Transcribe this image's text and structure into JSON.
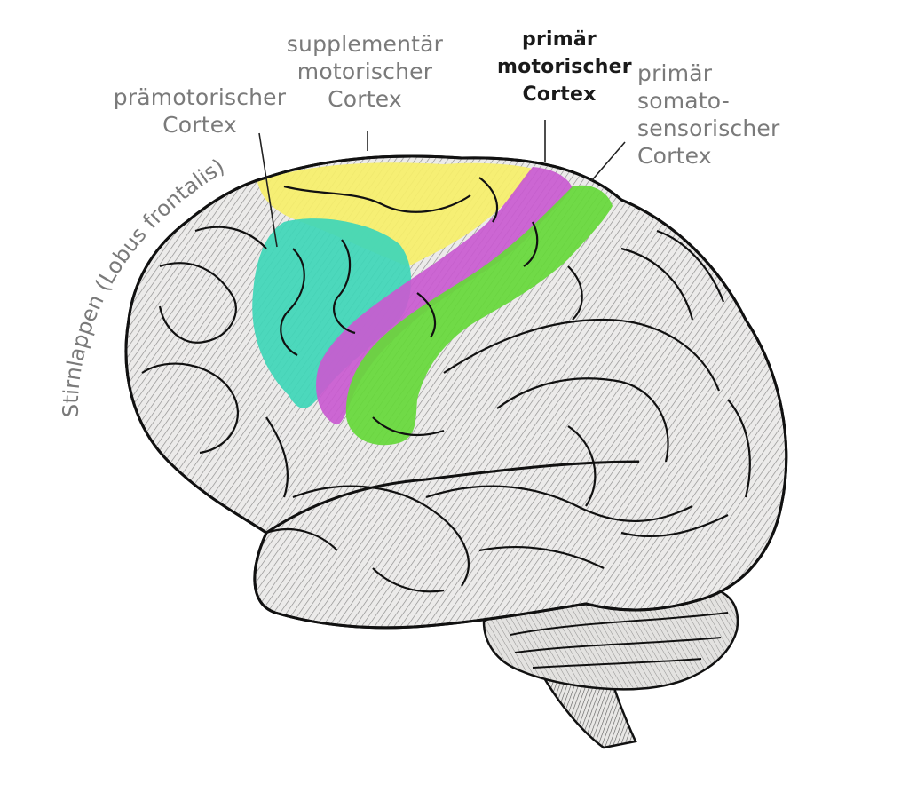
{
  "diagram": {
    "subject": "Brain, lateral view (left hemisphere) with motor areas highlighted",
    "labels": {
      "premotor": {
        "lines": [
          "prämotorischer",
          "Cortex"
        ],
        "color": "#7a7a7a",
        "weight": "normal"
      },
      "sma": {
        "lines": [
          "supplementär",
          "motorischer",
          "Cortex"
        ],
        "color": "#7a7a7a",
        "weight": "normal"
      },
      "m1": {
        "lines": [
          "primär",
          "motorischer",
          "Cortex"
        ],
        "color": "#1a1a1a",
        "weight": "bold"
      },
      "s1": {
        "lines": [
          "primär",
          "somato-",
          "sensorischer",
          "Cortex"
        ],
        "color": "#7a7a7a",
        "weight": "normal"
      },
      "frontal": {
        "text": "Stirnlappen (Lobus frontalis)",
        "color": "#7a7a7a"
      }
    },
    "regions": [
      {
        "id": "premotor",
        "name": "prämotorischer Cortex",
        "color": "#3fd6b8"
      },
      {
        "id": "sma",
        "name": "supplementär motorischer Cortex",
        "color": "#f6ef6a"
      },
      {
        "id": "m1",
        "name": "primär motorischer Cortex",
        "color": "#c95ad0"
      },
      {
        "id": "s1",
        "name": "primär somatosensorischer Cortex",
        "color": "#66d83a"
      }
    ],
    "colors": {
      "background": "#ffffff",
      "outline": "#111111",
      "brain_fill": "#ecebea",
      "hatch": "#3a3a3a"
    }
  }
}
